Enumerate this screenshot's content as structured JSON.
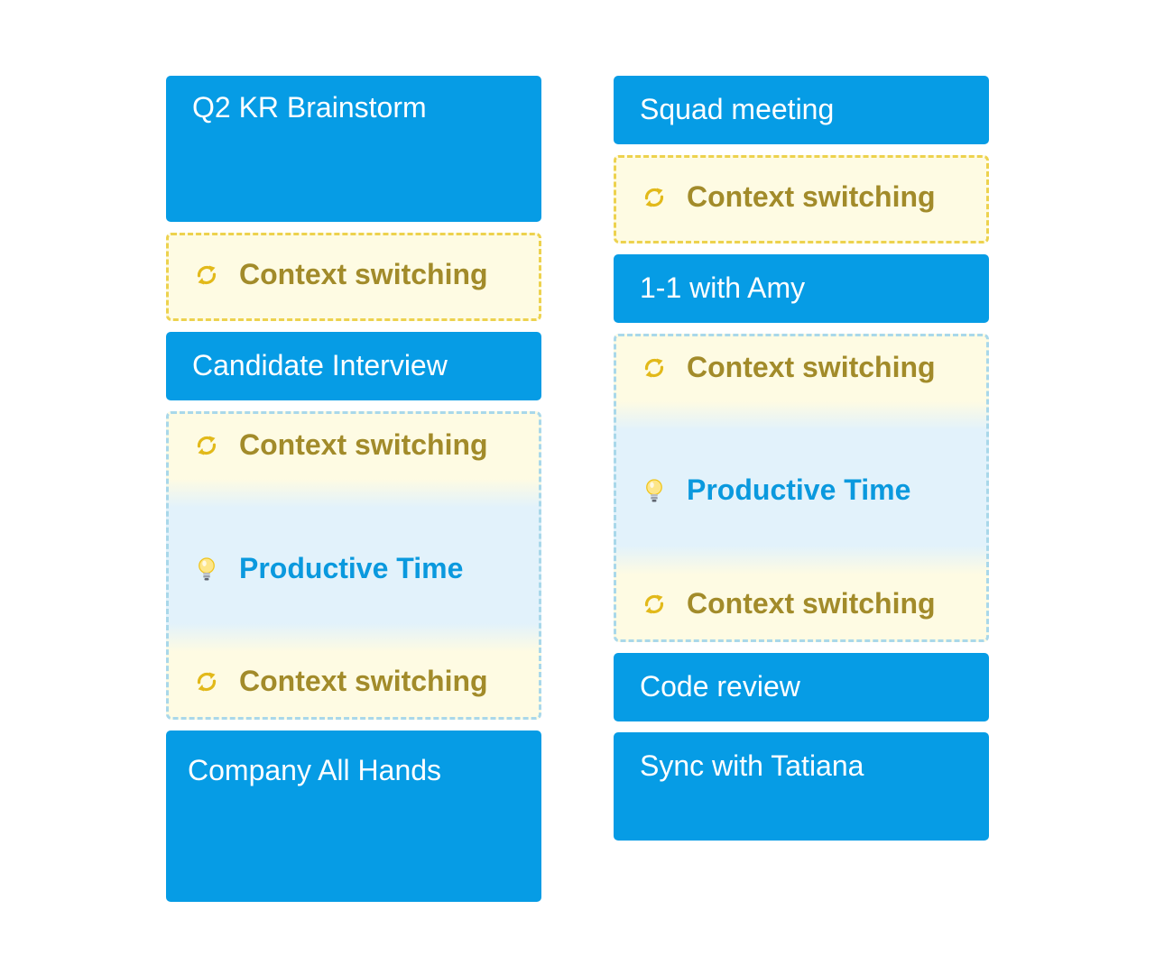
{
  "left_column": {
    "events": [
      {
        "title": "Q2 KR Brainstorm"
      },
      {
        "title": "Candidate Interview"
      },
      {
        "title": "Company All Hands"
      }
    ],
    "gaps": [
      {
        "label": "Context switching"
      },
      {
        "top_label": "Context switching",
        "middle_label": "Productive Time",
        "bottom_label": "Context switching"
      }
    ]
  },
  "right_column": {
    "events": [
      {
        "title": "Squad meeting"
      },
      {
        "title": "1-1 with Amy"
      },
      {
        "title": "Code review"
      },
      {
        "title": "Sync with Tatiana"
      }
    ],
    "gaps": [
      {
        "label": "Context switching"
      },
      {
        "top_label": "Context switching",
        "middle_label": "Productive Time",
        "bottom_label": "Context switching"
      }
    ]
  },
  "icons": {
    "context_switching": "refresh-cycle-icon",
    "productive_time": "lightbulb-icon"
  },
  "colors": {
    "event_bg": "#069ce5",
    "context_text": "#a28b2a",
    "context_bg": "#fefbe3",
    "context_border": "#edd24e",
    "productive_text": "#0a99de",
    "productive_bg": "#e2f2fb"
  }
}
